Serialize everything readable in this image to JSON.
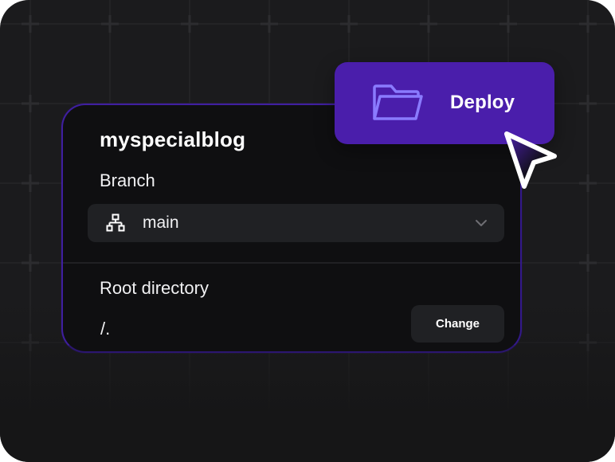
{
  "project": {
    "name": "myspecialblog"
  },
  "branch": {
    "label": "Branch",
    "selected": "main",
    "icon": "branch-network-icon",
    "dropdown_icon": "chevron-down-icon"
  },
  "root_directory": {
    "label": "Root directory",
    "value": "/.",
    "change_label": "Change"
  },
  "deploy": {
    "label": "Deploy",
    "icon": "folder-open-icon"
  },
  "pointer": {
    "icon": "cursor-arrow-icon"
  },
  "colors": {
    "background": "#1b1b1d",
    "card": "#0f0f11",
    "card_border": "#3f1fa0",
    "accent": "#4a1eab",
    "folder_icon": "#8a7bff",
    "input_bg": "#202124",
    "text": "#f1f1f3"
  }
}
